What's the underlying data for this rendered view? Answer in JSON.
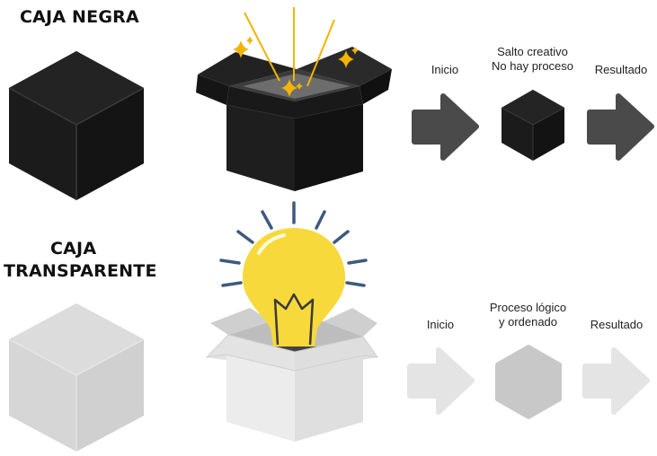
{
  "black_box": {
    "title": "CAJA NEGRA",
    "flow": {
      "start_label": "Inicio",
      "middle_line1": "Salto creativo",
      "middle_line2": "No hay proceso",
      "end_label": "Resultado"
    },
    "colors": {
      "box": "#1b1b1b",
      "box_dark": "#0f0f0f",
      "box_light": "#2e2e2e",
      "arrow": "#4a4a4a",
      "spark": "#f2b400"
    }
  },
  "transparent_box": {
    "title_line1": "CAJA",
    "title_line2": "TRANSPARENTE",
    "flow": {
      "start_label": "Inicio",
      "middle_line1": "Proceso lógico",
      "middle_line2": "y ordenado",
      "end_label": "Resultado"
    },
    "colors": {
      "box": "#d6d6d6",
      "box_light": "#e6e6e6",
      "arrow": "#e4e4e4",
      "bulb": "#f7d93c",
      "rays": "#3d5a7e"
    }
  }
}
